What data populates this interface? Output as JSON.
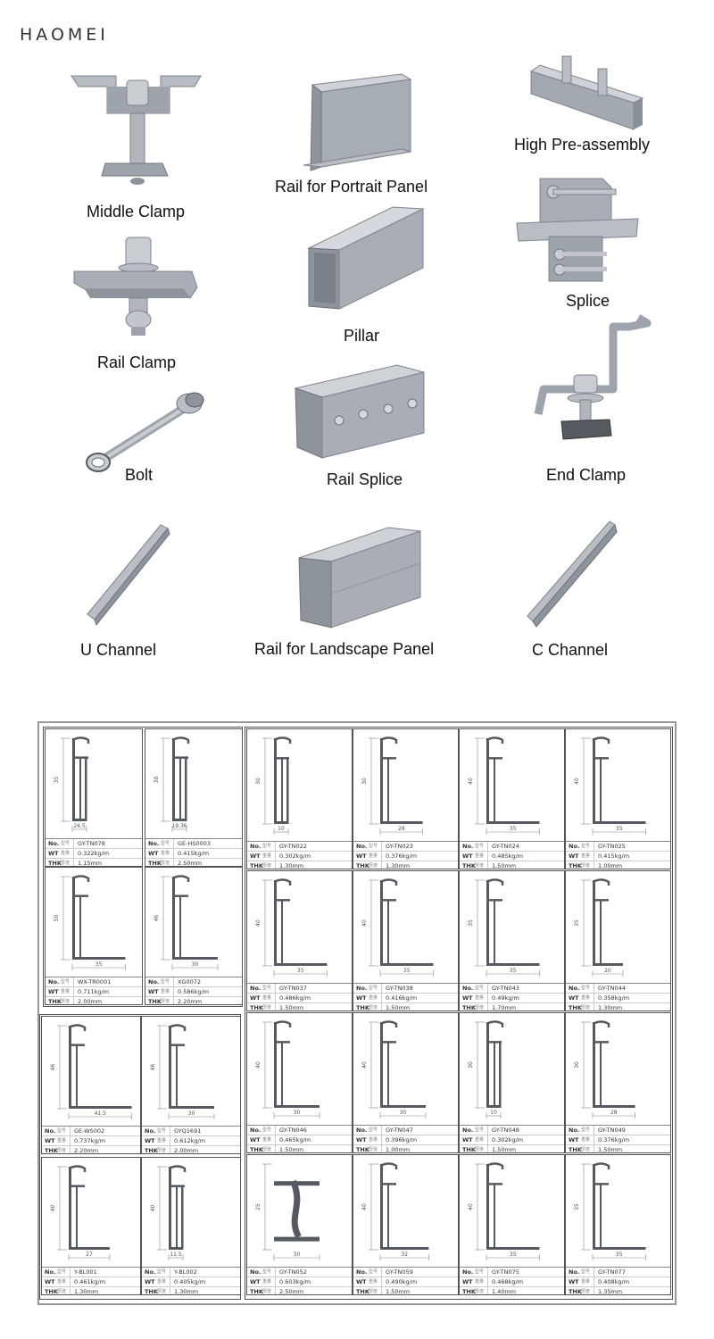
{
  "brand": "HAOMEI",
  "colors": {
    "metal": "#a9aeb6",
    "metal_dark": "#7d838c",
    "metal_light": "#d5d9de",
    "profile": "#555a60"
  },
  "products": [
    {
      "label": "Middle Clamp",
      "icon": "middle-clamp-icon"
    },
    {
      "label": "Rail for Portrait Panel",
      "icon": "portrait-rail-icon"
    },
    {
      "label": "High Pre-assembly",
      "icon": "pre-assembly-icon"
    },
    {
      "label": "Rail Clamp",
      "icon": "rail-clamp-icon"
    },
    {
      "label": "Pillar",
      "icon": "pillar-icon"
    },
    {
      "label": "Splice",
      "icon": "splice-icon"
    },
    {
      "label": "Bolt",
      "icon": "bolt-icon"
    },
    {
      "label": "Rail Splice",
      "icon": "rail-splice-icon"
    },
    {
      "label": "End Clamp",
      "icon": "end-clamp-icon"
    },
    {
      "label": "U Channel",
      "icon": "u-channel-icon"
    },
    {
      "label": "Rail for Landscape Panel",
      "icon": "landscape-rail-icon"
    },
    {
      "label": "C Channel",
      "icon": "c-channel-icon"
    }
  ],
  "spec_keys": {
    "no": "No.",
    "wt": "WT",
    "thk": "THK",
    "no_cn": "型号",
    "wt_cn": "重量",
    "thk_cn": "厚度"
  },
  "profiles": [
    {
      "no": "GY-TN078",
      "wt": "0.322kg/m",
      "thk": "1.15mm",
      "h": "35",
      "w": "24.5",
      "shape": "c"
    },
    {
      "no": "GE-HS0003",
      "wt": "0.415kg/m",
      "thk": "2.50mm",
      "h": "38",
      "w": "19.36",
      "shape": "c"
    },
    {
      "no": "GY-TN022",
      "wt": "0.302kg/m",
      "thk": "1.30mm",
      "h": "30",
      "w": "10",
      "shape": "c"
    },
    {
      "no": "GY-TN023",
      "wt": "0.376kg/m",
      "thk": "1.30mm",
      "h": "30",
      "w": "28",
      "shape": "l"
    },
    {
      "no": "GY-TN024",
      "wt": "0.485kg/m",
      "thk": "1.50mm",
      "h": "40",
      "w": "35",
      "shape": "l"
    },
    {
      "no": "GY-TN025",
      "wt": "0.415kg/m",
      "thk": "1.00mm",
      "h": "40",
      "w": "35",
      "shape": "l"
    },
    {
      "no": "WX-TR0001",
      "wt": "0.711kg/m",
      "thk": "2.00mm",
      "h": "50",
      "w": "35",
      "shape": "l"
    },
    {
      "no": "XG0072",
      "wt": "0.586kg/m",
      "thk": "2.20mm",
      "h": "46",
      "w": "30",
      "shape": "l"
    },
    {
      "no": "GY-TN037",
      "wt": "0.486kg/m",
      "thk": "1.50mm",
      "h": "40",
      "w": "35",
      "shape": "l"
    },
    {
      "no": "GY-TN038",
      "wt": "0.416kg/m",
      "thk": "1.50mm",
      "h": "40",
      "w": "35",
      "shape": "l"
    },
    {
      "no": "GY-TN043",
      "wt": "0.49kg/m",
      "thk": "1.70mm",
      "h": "35",
      "w": "35",
      "shape": "l"
    },
    {
      "no": "GY-TN044",
      "wt": "0.358kg/m",
      "thk": "1.30mm",
      "h": "35",
      "w": "20",
      "shape": "l"
    },
    {
      "no": "GE-WS002",
      "wt": "0.737kg/m",
      "thk": "2.20mm",
      "h": "46",
      "w": "41.5",
      "shape": "l"
    },
    {
      "no": "GYQ1691",
      "wt": "0.612kg/m",
      "thk": "2.00mm",
      "h": "46",
      "w": "30",
      "shape": "l"
    },
    {
      "no": "GY-TN046",
      "wt": "0.465kg/m",
      "thk": "1.50mm",
      "h": "40",
      "w": "30",
      "shape": "l"
    },
    {
      "no": "GY-TN047",
      "wt": "0.396kg/m",
      "thk": "1.00mm",
      "h": "40",
      "w": "30",
      "shape": "l"
    },
    {
      "no": "GY-TN048",
      "wt": "0.302kg/m",
      "thk": "1.50mm",
      "h": "30",
      "w": "10",
      "shape": "c"
    },
    {
      "no": "GY-TN049",
      "wt": "0.376kg/m",
      "thk": "1.50mm",
      "h": "30",
      "w": "28",
      "shape": "l"
    },
    {
      "no": "Y-BL001",
      "wt": "0.461kg/m",
      "thk": "1.30mm",
      "h": "40",
      "w": "27",
      "shape": "l"
    },
    {
      "no": "Y-BL002",
      "wt": "0.405kg/m",
      "thk": "1.30mm",
      "h": "40",
      "w": "11.5",
      "shape": "c"
    },
    {
      "no": "GY-TN052",
      "wt": "0.603kg/m",
      "thk": "2.50mm",
      "h": "25",
      "w": "30",
      "shape": "i"
    },
    {
      "no": "GY-TN059",
      "wt": "0.490kg/m",
      "thk": "1.50mm",
      "h": "40",
      "w": "32",
      "shape": "l"
    },
    {
      "no": "GY-TN075",
      "wt": "0.468kg/m",
      "thk": "1.40mm",
      "h": "40",
      "w": "35",
      "shape": "l"
    },
    {
      "no": "GY-TN077",
      "wt": "0.408kg/m",
      "thk": "1.35mm",
      "h": "35",
      "w": "35",
      "shape": "l"
    }
  ]
}
